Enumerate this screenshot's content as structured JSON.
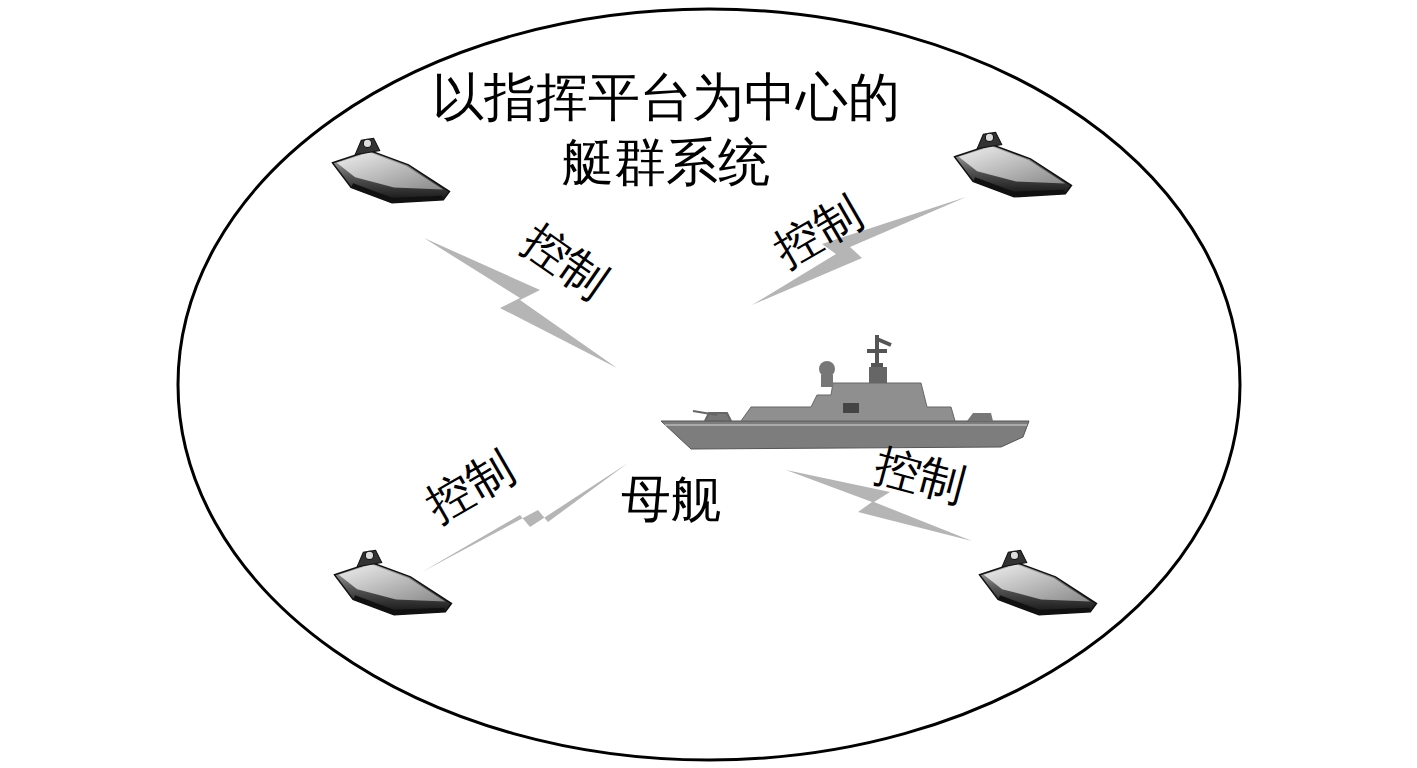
{
  "diagram": {
    "nodes": [
      {
        "text": [
          "以指挥平台为中心的 艇群系统"
        ]
      },
      {
        "text": [
          "母舰"
        ],
        "in": 0
      }
    ],
    "labels": [
      "控制",
      "控制",
      "控制",
      "控制"
    ]
  }
}
